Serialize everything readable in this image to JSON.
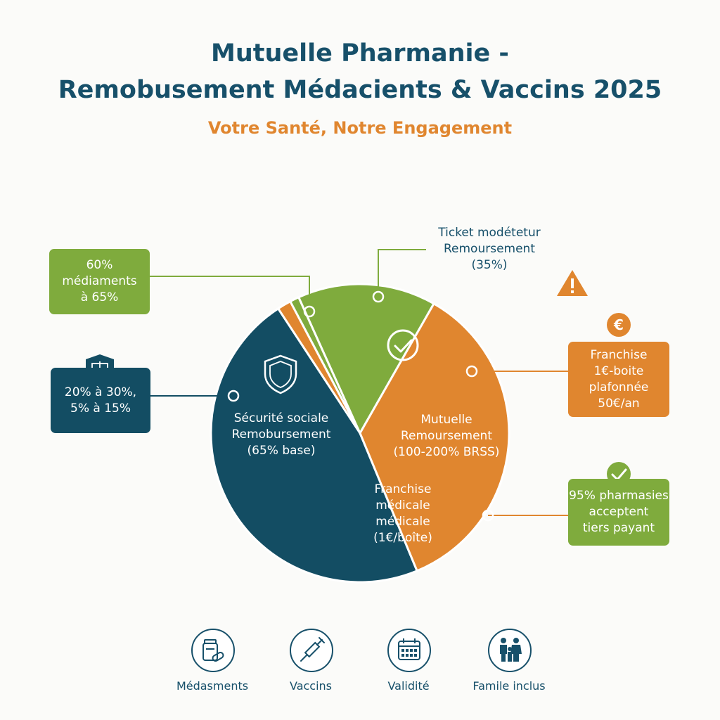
{
  "header": {
    "title_line1": "Mutuelle Pharmanie -",
    "title_line2": "Remobusement Médacients & Vaccins 2025",
    "subtitle": "Votre Santé, Notre Engagement"
  },
  "chart_data": {
    "type": "pie",
    "slices": [
      {
        "label": "Sécurité sociale Remobursement (65% base)",
        "value": 47,
        "color": "#134d63"
      },
      {
        "label": "",
        "value": 1.5,
        "color": "#e0862f"
      },
      {
        "label": "",
        "value": 1,
        "color": "#7fab3d"
      },
      {
        "label": "Ticket modétetur Remoursement (35%)",
        "value": 15,
        "color": "#7fab3d"
      },
      {
        "label": "Mutuelle Remoursement (100-200% BRSS) Franchise médicale médicale (1€/boîte)",
        "value": 35.5,
        "color": "#e0862f"
      }
    ]
  },
  "labels": {
    "secu_line1": "Sécurité sociale",
    "secu_line2": "Remobursement",
    "secu_line3": "(65% base)",
    "mutuelle_line1": "Mutuelle",
    "mutuelle_line2": "Remoursement",
    "mutuelle_line3": "(100-200% BRSS)",
    "franchise_line1": "Franchise",
    "franchise_line2": "médicale",
    "franchise_line3": "médicale",
    "franchise_line4": "(1€/boîte)",
    "ticket_line1": "Ticket modétetur",
    "ticket_line2": "Remoursement",
    "ticket_line3": "(35%)"
  },
  "callouts": {
    "green_top": "60%\nmédiaments\nà 65%",
    "blue_left": "20% à 30%,\n5% à 15%",
    "franchise_box": "Franchise\n1€-boite\nplafonnée\n50€/an",
    "pharmacies_box": "95% pharmasies\nacceptent\ntiers payant"
  },
  "bottom": {
    "items": [
      {
        "label": "Médasments",
        "icon": "medication-icon"
      },
      {
        "label": "Vaccins",
        "icon": "syringe-icon"
      },
      {
        "label": "Validité",
        "icon": "calendar-icon"
      },
      {
        "label": "Famile inclus",
        "icon": "family-icon"
      }
    ]
  },
  "colors": {
    "navy": "#134d63",
    "green": "#7fab3d",
    "orange": "#e0862f"
  }
}
